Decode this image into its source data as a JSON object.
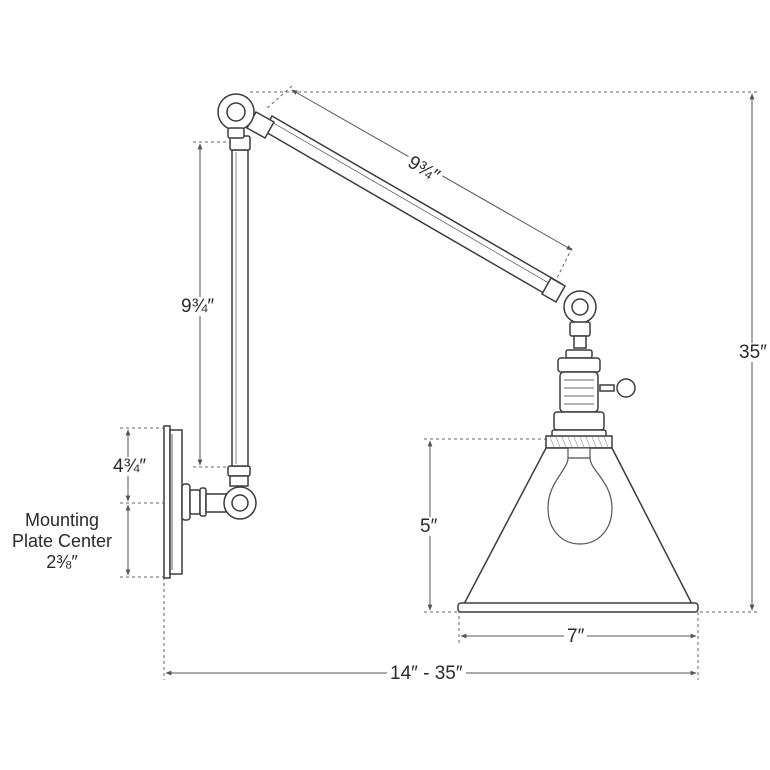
{
  "dimensions": {
    "arm_upper_length": "9¾″",
    "arm_vertical_length": "9¾″",
    "total_height": "35″",
    "plate_top_offset": "4¾″",
    "mounting_line1": "Mounting",
    "mounting_line2": "Plate Center",
    "mounting_value": "2⅜″",
    "shade_height": "5″",
    "shade_width": "7″",
    "extension": "14″ - 35″"
  },
  "colors": {
    "drawing": "#3c3c3c",
    "dimension": "#555555",
    "fill": "#ffffff"
  }
}
